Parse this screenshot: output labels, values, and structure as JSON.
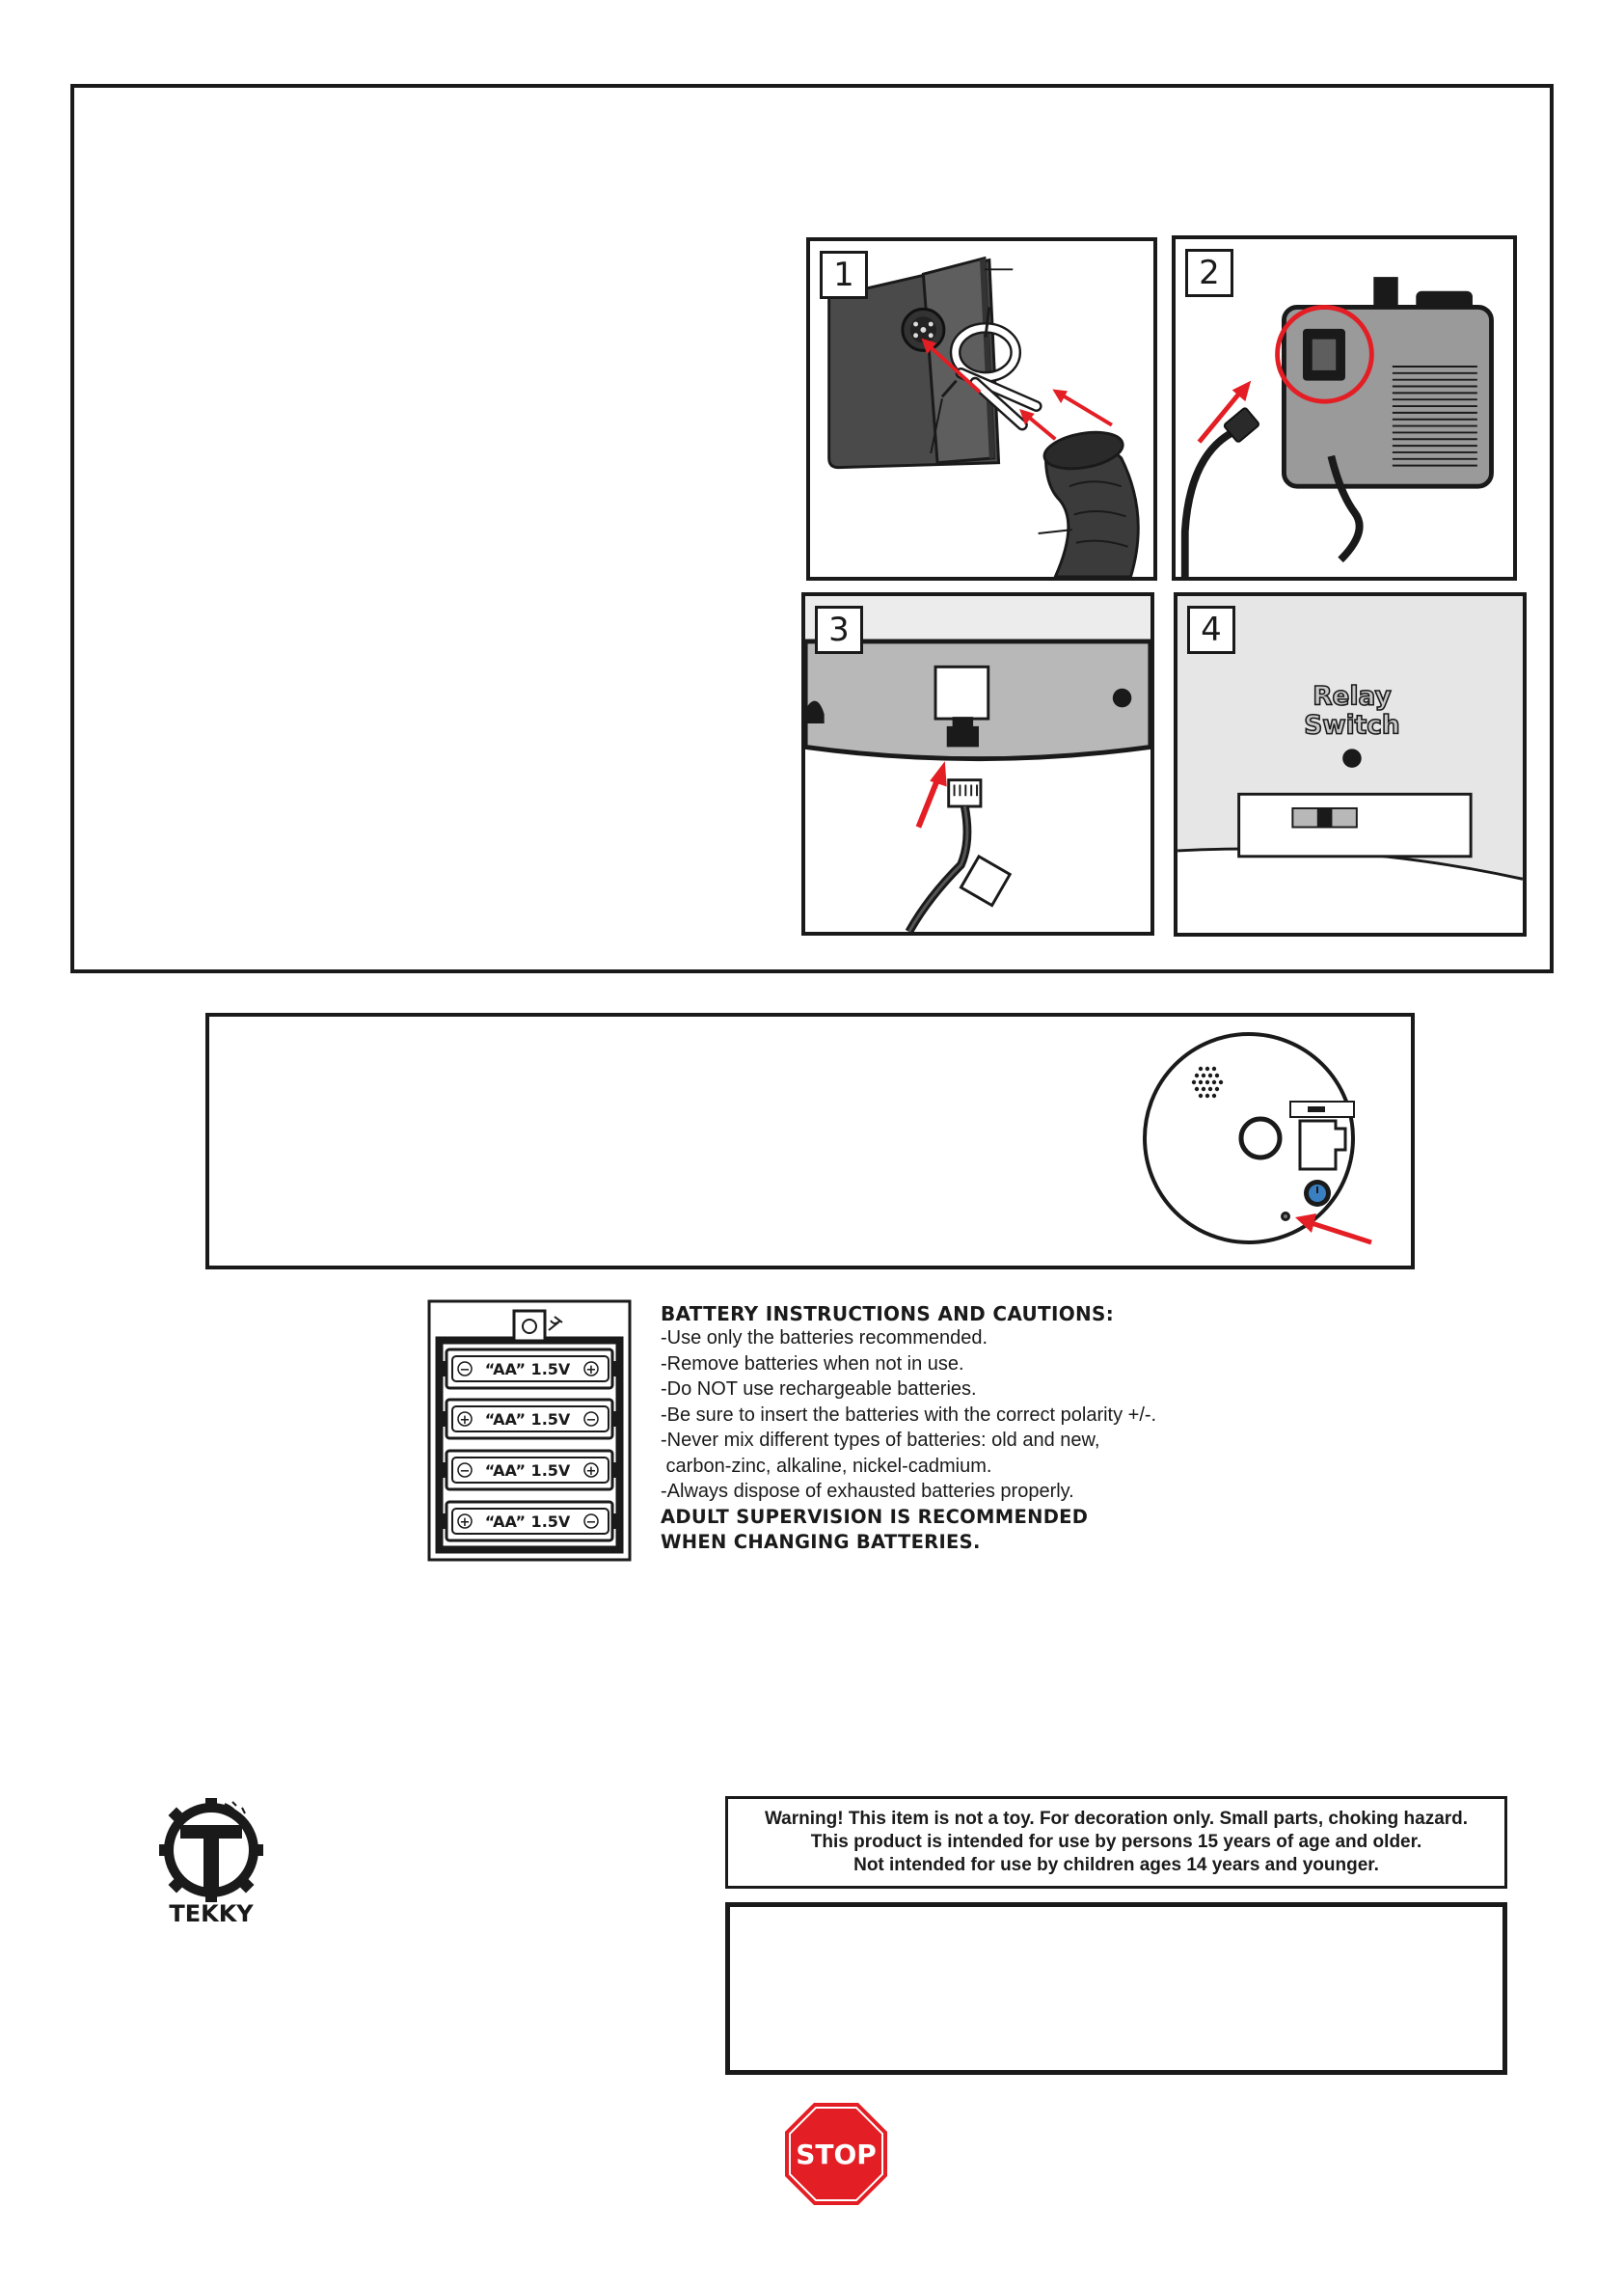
{
  "steps": [
    {
      "number": "1"
    },
    {
      "number": "2"
    },
    {
      "number": "3"
    },
    {
      "number": "4",
      "relay_label_line1": "Relay",
      "relay_label_line2": "Switch"
    }
  ],
  "battery_compartment": {
    "cells": [
      {
        "label": "“AA” 1.5V",
        "left_symbol": "−",
        "right_symbol": "+"
      },
      {
        "label": "“AA” 1.5V",
        "left_symbol": "+",
        "right_symbol": "−"
      },
      {
        "label": "“AA” 1.5V",
        "left_symbol": "−",
        "right_symbol": "+"
      },
      {
        "label": "“AA” 1.5V",
        "left_symbol": "+",
        "right_symbol": "−"
      }
    ]
  },
  "battery_instructions": {
    "title": "BATTERY INSTRUCTIONS AND CAUTIONS:",
    "lines": [
      "-Use only the batteries recommended.",
      "-Remove batteries when not in use.",
      "-Do NOT use rechargeable batteries.",
      "-Be sure to insert the batteries with the correct polarity +/-.",
      "-Never mix different types of batteries: old and new,",
      " carbon-zinc, alkaline, nickel-cadmium.",
      "-Always dispose of exhausted batteries properly."
    ],
    "supervision_line1": "ADULT SUPERVISION IS RECOMMENDED",
    "supervision_line2": "WHEN CHANGING BATTERIES."
  },
  "logo": {
    "text": "TEKKY"
  },
  "warning": {
    "line1": "Warning! This item is not a toy. For decoration only. Small parts, choking hazard.",
    "line2": "This product is intended for use by persons 15 years of age and older.",
    "line3": "Not intended for use by children ages 14 years and younger."
  },
  "stop_sign": {
    "text": "STOP",
    "color": "#e31e24"
  },
  "colors": {
    "accent_red": "#e31e24",
    "button_blue": "#3a7fc1",
    "panel_gray": "#c8c8c8"
  }
}
